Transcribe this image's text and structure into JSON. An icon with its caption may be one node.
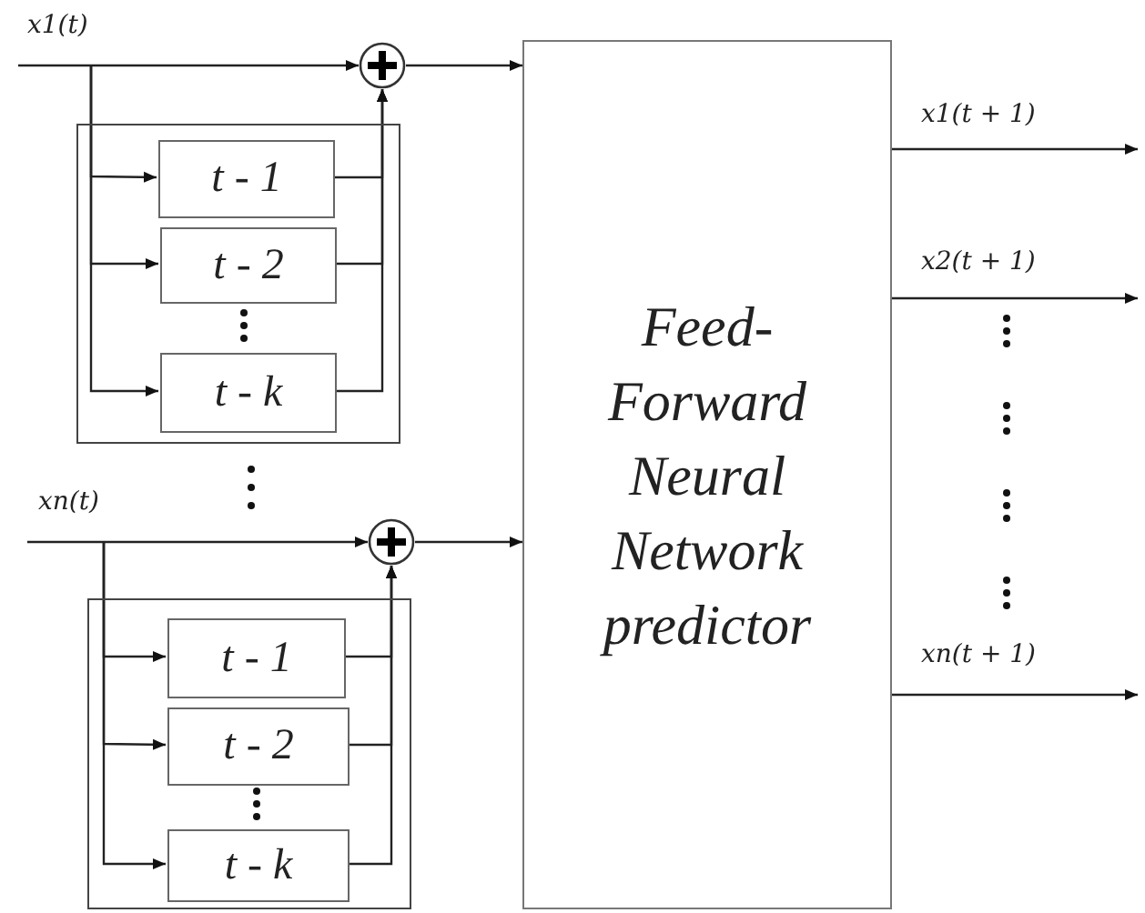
{
  "diagram": {
    "nodes": [
      {
        "text": [],
        "shape": "box"
      },
      {
        "text": [
          "t - 1"
        ],
        "in": 0
      },
      {
        "text": [
          "t - 2"
        ],
        "in": 0
      },
      {
        "text": [
          "t - k"
        ],
        "in": 0
      },
      {
        "text": [],
        "shape": "circle"
      },
      {
        "text": [],
        "shape": "box"
      },
      {
        "text": [
          "t - 1"
        ],
        "in": 5
      },
      {
        "text": [
          "t - 2"
        ],
        "in": 5
      },
      {
        "text": [
          "t - k"
        ],
        "in": 5
      },
      {
        "text": [],
        "shape": "circle"
      },
      {
        "text": [
          "Feed-Forward Neural Network predictor"
        ]
      }
    ],
    "edges": [
      {
        "from": null,
        "to": 4,
        "arrow": "to",
        "label": "x1(t)"
      },
      {
        "from": null,
        "to": 1,
        "arrow": "to"
      },
      {
        "from": null,
        "to": 2,
        "arrow": "to"
      },
      {
        "from": null,
        "to": 3,
        "arrow": "to"
      },
      {
        "from": 1,
        "to": 4,
        "arrow": "to"
      },
      {
        "from": 2,
        "to": 4,
        "arrow": "to"
      },
      {
        "from": 3,
        "to": 4,
        "arrow": "to"
      },
      {
        "from": 4,
        "to": 10,
        "arrow": "to"
      },
      {
        "from": null,
        "to": 9,
        "arrow": "to",
        "label": "xn(t)"
      },
      {
        "from": null,
        "to": 6,
        "arrow": "to"
      },
      {
        "from": null,
        "to": 7,
        "arrow": "to"
      },
      {
        "from": null,
        "to": 8,
        "arrow": "to"
      },
      {
        "from": 6,
        "to": 9,
        "arrow": "to"
      },
      {
        "from": 7,
        "to": 9,
        "arrow": "to"
      },
      {
        "from": 8,
        "to": 9,
        "arrow": "to"
      },
      {
        "from": 9,
        "to": 10,
        "arrow": "to"
      },
      {
        "from": 10,
        "to": null,
        "arrow": "to",
        "label": "x1(t + 1)"
      },
      {
        "from": 10,
        "to": null,
        "arrow": "to",
        "label": "x2(t + 1)"
      },
      {
        "from": 10,
        "to": null,
        "arrow": "to",
        "label": "xn(t + 1)"
      }
    ]
  }
}
